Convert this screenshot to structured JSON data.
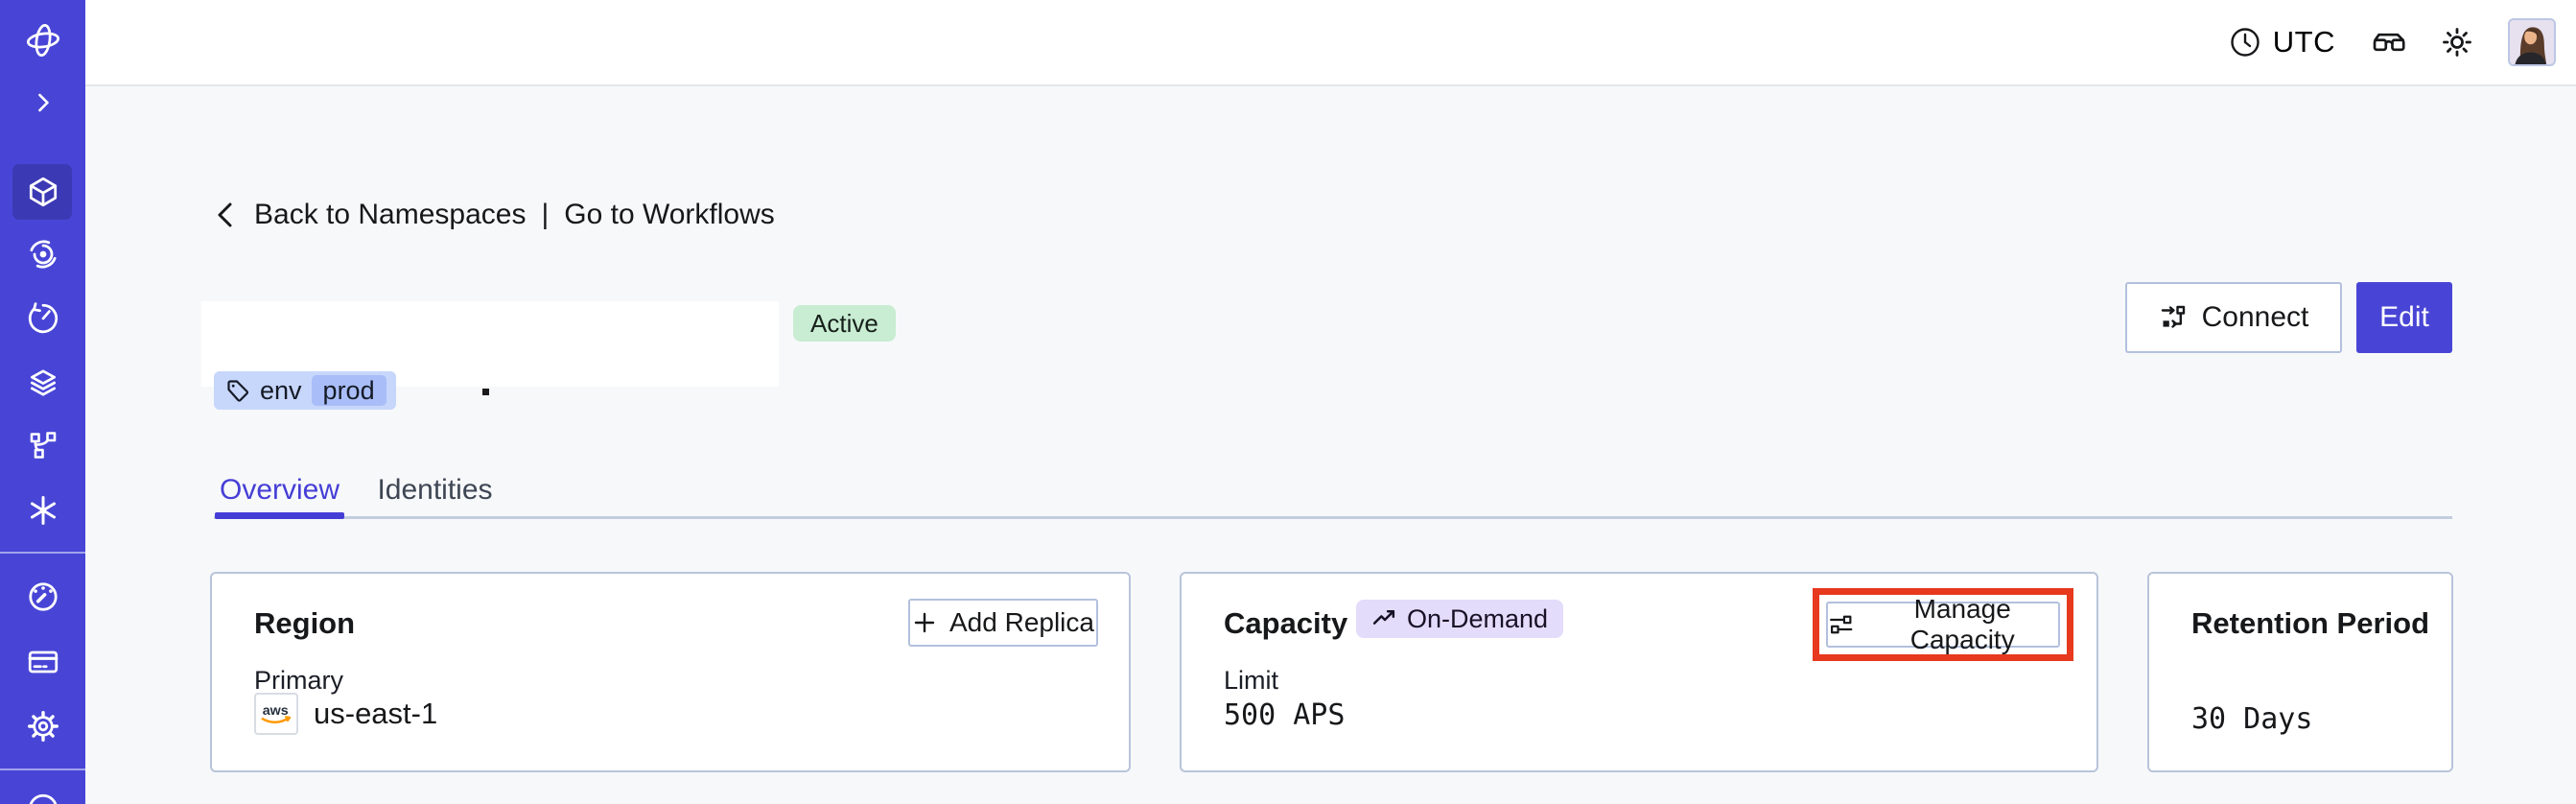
{
  "colors": {
    "accent_indigo": "#4845D6",
    "sidebar_active": "#3C39B4",
    "annotation_red": "#E7391D",
    "status_green_bg": "#C8EDD2",
    "ondemand_purple_bg": "#E4DCFB",
    "tag_blue_bg": "#C7D6FB",
    "tag_inner_blue": "#A9BEF8",
    "page_bg": "#F7F8FA",
    "card_border": "#B9C4DA",
    "aws_orange": "#FF9900"
  },
  "topbar": {
    "timezone": "UTC",
    "icons": [
      "clock-icon",
      "glasses-icon",
      "brightness-icon",
      "user-avatar"
    ]
  },
  "sidebar": {
    "icons": [
      "temporal-logo",
      "chevron-right-icon",
      "cube-icon",
      "spiral-icon",
      "timer-icon",
      "layers-icon",
      "branch-icon",
      "asterisk-icon",
      "gauge-icon",
      "credit-card-icon",
      "gear-icon",
      "partial-circle-icon"
    ],
    "active_icon": "cube-icon"
  },
  "breadcrumb": {
    "back": "Back to Namespaces",
    "separator": "|",
    "forward": "Go to Workflows"
  },
  "namespace": {
    "status": "Active",
    "tag": {
      "key": "env",
      "value": "prod"
    }
  },
  "actions": {
    "connect": "Connect",
    "edit": "Edit"
  },
  "tabs": {
    "overview": "Overview",
    "identities": "Identities",
    "active": "Overview"
  },
  "cards": {
    "region": {
      "title": "Region",
      "button": "Add Replica",
      "label": "Primary",
      "provider": "aws",
      "value": "us-east-1"
    },
    "capacity": {
      "title": "Capacity",
      "badge": "On-Demand",
      "button": "Manage Capacity",
      "button_highlighted": true,
      "label": "Limit",
      "value": "500 APS"
    },
    "retention": {
      "title": "Retention Period",
      "value": "30 Days"
    }
  }
}
